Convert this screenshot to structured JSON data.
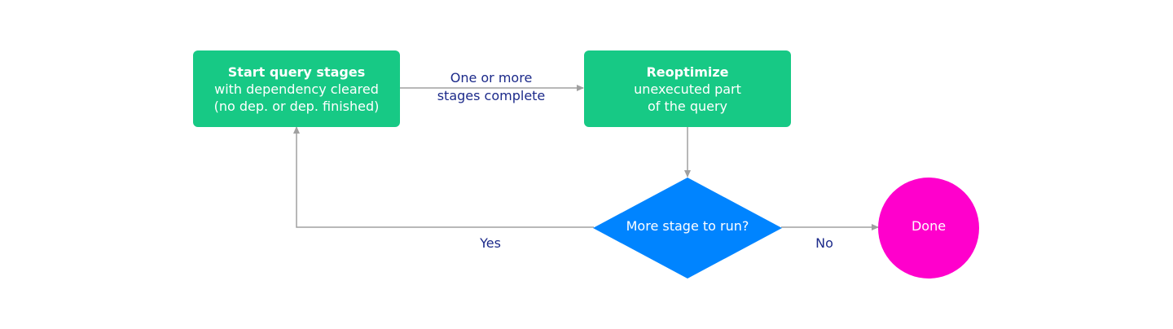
{
  "nodes": {
    "start": {
      "title": "Start query stages",
      "line2": "with dependency cleared",
      "line3": "(no dep. or dep. finished)"
    },
    "reoptimize": {
      "title": "Reoptimize",
      "line2": "unexecuted part",
      "line3": "of the query"
    },
    "decision": {
      "label": "More stage to run?"
    },
    "done": {
      "label": "Done"
    }
  },
  "edges": {
    "start_to_reoptimize": {
      "line1": "One or more",
      "line2": "stages complete"
    },
    "yes": "Yes",
    "no": "No"
  },
  "colors": {
    "process_box": "#17c985",
    "decision": "#0084ff",
    "terminal": "#ff00cc",
    "connector": "#a0a0a0",
    "edge_label": "#1c2a8a"
  }
}
